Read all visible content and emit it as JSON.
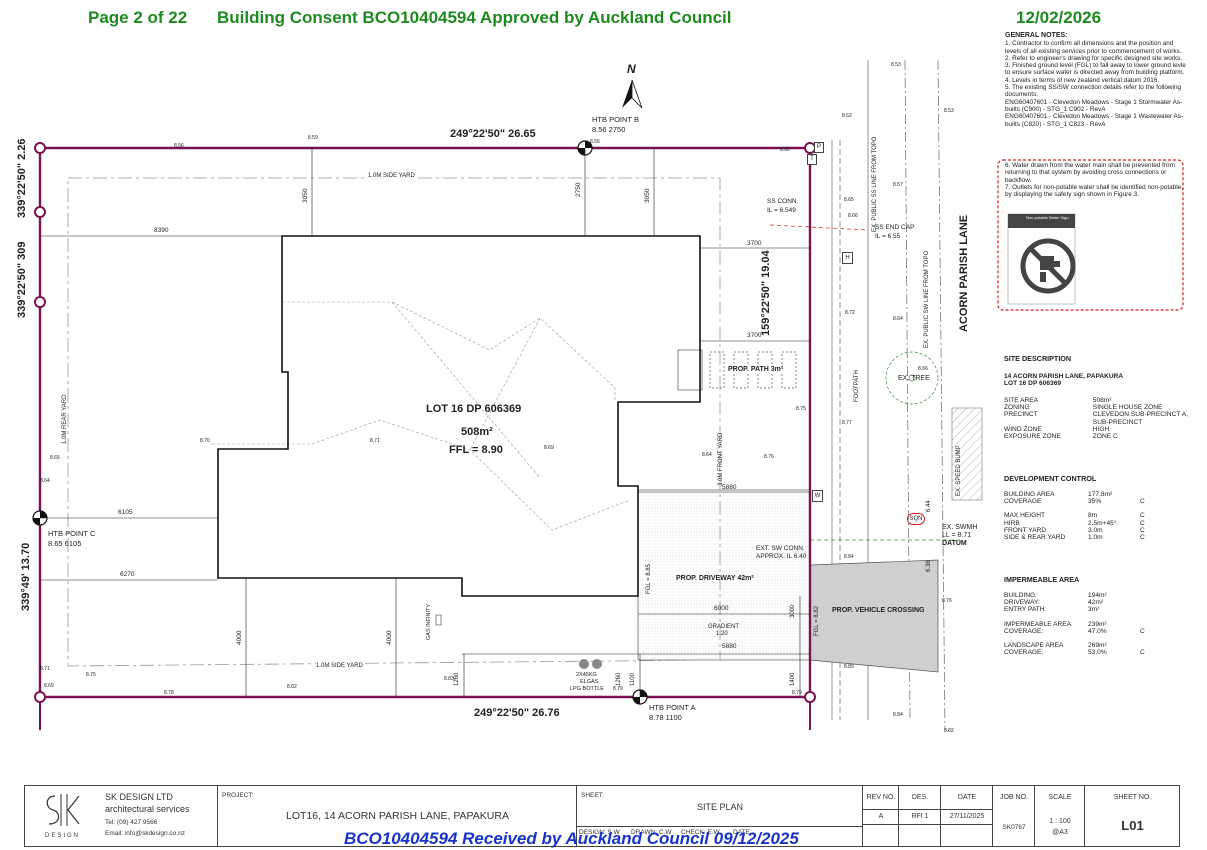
{
  "header": {
    "page": "Page 2 of 22",
    "consent": "Building Consent BCO10404594 Approved by Auckland Council",
    "date": "12/02/2026"
  },
  "notes": {
    "title": "GENERAL NOTES:",
    "items": [
      "1. Contractor to confirm all dimensions and the position and levels of all existing services prior to commencement of works.",
      "2. Refer to engineer's drawing for specific designed site works.",
      "3. Finished ground level (FGL) to fall away to lower ground levle to ensure surface water is directed away from building platform.",
      "4. Levels in terms of new zealand vertical datum 2016.",
      "5. The existing SS/SW connection details refer to the following documents:",
      "ENG60407601 - Clevedon Meadows - Stage 1 Stormwater As-builts (C900) - STG_1 C902 - RevA",
      "ENG60407601 - Clevedon Meadows - Stage 1 Wastewater As-builts (C820) - STG_1 C823 - RevA",
      "6. Water drawn from the water main shall be prevented from returning to that system by avoiding cross connections or backflow.",
      "7. Outlets for non-potable water shall be identified non-potable, by displaying the safety sign shown in Figure 3."
    ],
    "sign_caption": "Non-potable Water Sign"
  },
  "plan": {
    "bearing_top": "249°22'50\" 26.65",
    "bearing_bottom": "249°22'50\" 26.76",
    "bearing_right": "159°22'50\" 19.04",
    "bearing_left_top": "339°22'50\" 2.26",
    "bearing_left_mid": "339°22'50\" 309",
    "bearing_left_bot": "339°49' 13.70",
    "north": "N",
    "lot_label": "LOT 16 DP 606369",
    "lot_area": "508m²",
    "ffl": "FFL = 8.90",
    "htb_b": "HTB POINT B",
    "htb_b_vals": "8.56 2750",
    "htb_a": "HTB POINT A",
    "htb_a_vals": "8.78 1100",
    "htb_c": "HTB POINT C",
    "htb_c_vals": "8.65 6105",
    "side_yard_top": "1.0M SIDE YARD",
    "side_yard_bottom": "1.0M SIDE YARD",
    "rear_yard": "1.0M REAR YARD",
    "front_yard": "3.0M FRONT YARD",
    "road": "ACORN PARISH LANE",
    "footpath": "FOOTPATH",
    "ss_line": "EX. PUBLIC SS LINE FROM TOPO",
    "sw_line": "EX. PUBLIC SW LINE FROM TOPO",
    "ss_conn": "SS CONN.",
    "ss_conn_il": "IL = 6.549",
    "ss_endcap": "SS END CAP",
    "ss_endcap_il": "IL = 6.55",
    "prop_path": "PROP. PATH 3m²",
    "ex_tree": "EX. TREE",
    "speed_bump": "EX. SPEED BUMP",
    "prop_driveway": "PROP. DRIVEWAY 42m²",
    "vehicle_crossing": "PROP. VEHICLE CROSSING",
    "sw_conn": "EXT. SW CONN.",
    "sw_conn_il": "APPROX. IL 6.40",
    "swmh": "EX. SWMH",
    "swmh_ll": "LL = 8.71",
    "datum": "DATUM",
    "sqn": "SQN",
    "gradient": "GRADIENT",
    "gradient_val": "1:20",
    "gas": "GAS INFINITY",
    "lpg": "2X45KG",
    "lpg2": "ELGAS",
    "lpg3": "LPG BOTTLE",
    "fgl_left": "FGL = 8.85",
    "fgl_right": "FGL = 8.82",
    "dims": [
      "8390",
      "3050",
      "2750",
      "3050",
      "3700",
      "3700",
      "6105",
      "6270",
      "5880",
      "6000",
      "5880",
      "4000",
      "4000",
      "1260",
      "1260",
      "1100",
      "1400",
      "3000",
      "6.44",
      "6.36"
    ],
    "tags": [
      "P",
      "T",
      "H",
      "W"
    ],
    "levels": [
      "8.53",
      "8.56",
      "8.59",
      "8.56",
      "8.60",
      "8.62",
      "8.53",
      "8.65",
      "8.57",
      "8.66",
      "8.72",
      "8.64",
      "8.75",
      "8.77",
      "8.76",
      "8.64",
      "8.69",
      "8.71",
      "8.70",
      "8.65",
      "8.64",
      "8.71",
      "8.69",
      "8.75",
      "8.78",
      "8.82",
      "8.83",
      "8.79",
      "8.79",
      "8.84",
      "8.76",
      "8.89",
      "8.84",
      "8.82",
      "8.66"
    ]
  },
  "site_description": {
    "title": "SITE DESCRIPTION",
    "address": "14 ACORN PARISH LANE, PAPAKURA",
    "lot": "LOT 16 DP 606369",
    "rows": [
      [
        "SITE AREA",
        "508m²"
      ],
      [
        "ZONING",
        "SINGLE HOUSE ZONE"
      ],
      [
        "PRECINCT",
        "CLEVEDON SUB-PRECINCT A, SUB-PRECINCT"
      ],
      [
        "WIND ZONE",
        "HIGH"
      ],
      [
        "EXPOSURE ZONE",
        "ZONE C"
      ]
    ]
  },
  "development_control": {
    "title": "DEVELOPMENT CONTROL",
    "rows": [
      [
        "BUILDING AREA",
        "177.8m²",
        ""
      ],
      [
        "COVERAGE",
        "35%",
        "C"
      ],
      [
        "",
        "",
        ""
      ],
      [
        "MAX HEIGHT",
        "8m",
        "C"
      ],
      [
        "HIRB",
        "2.5m+45°",
        "C"
      ],
      [
        "FRONT YARD",
        "3.0m",
        "C"
      ],
      [
        "SIDE & REAR YARD",
        "1.0m",
        "C"
      ]
    ]
  },
  "impermeable_area": {
    "title": "IMPERMEABLE AREA",
    "rows": [
      [
        "BUILDING:",
        "194m²",
        ""
      ],
      [
        "DRIVEWAY:",
        "42m²",
        ""
      ],
      [
        "ENTRY PATH:",
        "3m²",
        ""
      ],
      [
        "",
        "",
        ""
      ],
      [
        "IMPERMEABLE AREA:",
        "239m²",
        ""
      ],
      [
        "COVERAGE:",
        "47.0%",
        "C"
      ],
      [
        "",
        "",
        ""
      ],
      [
        "LANDSCAPE AREA",
        "269m²",
        ""
      ],
      [
        "COVERAGE:",
        "53.0%",
        "C"
      ]
    ]
  },
  "title_block": {
    "company": "SK DESIGN LTD",
    "services": "architectural services",
    "tel": "Tel: (09) 427 9566",
    "email": "Email: info@skdesign.co.nz",
    "logo_text": "DESIGN",
    "project_label": "PROJECT:",
    "project": "LOT16, 14 ACORN PARISH LANE, PAPAKURA",
    "sheet_label": "SHEET:",
    "sheet": "SITE PLAN",
    "design": "DESIGN: S.W",
    "drawn": "DRAWN: C.W",
    "check": "CHECK: E.W",
    "date_short": "DATE:",
    "rev_no_label": "REV NO.",
    "des_label": "DES.",
    "date_label": "DATE",
    "rev_no": "A",
    "des": "RFI 1",
    "rev_date": "27/11/2025",
    "job_label": "JOB NO.",
    "job": "SK0767",
    "scale_label": "SCALE",
    "scale": "1 : 100",
    "paper": "@A3",
    "sheet_no_label": "SHEET NO.",
    "sheet_no": "L01"
  },
  "stamp": "BCO10404594 Received by Auckland Council 09/12/2025"
}
